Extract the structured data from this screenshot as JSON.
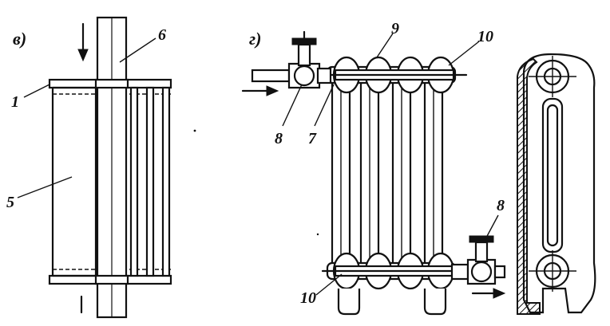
{
  "figure": {
    "panel_labels": {
      "v": "в)",
      "g": "г)"
    },
    "callouts": {
      "n1": "1",
      "n5": "5",
      "n6": "6",
      "n7": "7",
      "n8_top": "8",
      "n8_bottom": "8",
      "n9": "9",
      "n10_top": "10",
      "n10_bottom": "10"
    }
  }
}
